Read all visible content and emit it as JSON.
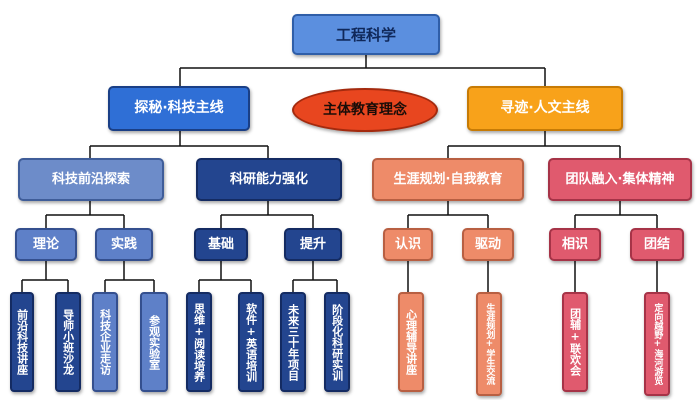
{
  "root": "工程科学",
  "center": "主体教育理念",
  "left_main": "探秘·科技主线",
  "right_main": "寻迹·人文主线",
  "level2": {
    "frontier": "科技前沿探索",
    "research": "科研能力强化",
    "career": "生涯规划·自我教育",
    "team": "团队融入·集体精神"
  },
  "level3": {
    "theory": "理论",
    "practice": "实践",
    "basic": "基础",
    "improve": "提升",
    "cognition": "认识",
    "drive": "驱动",
    "acquaint": "相识",
    "unite": "团结"
  },
  "leaves": [
    "前沿科技讲座",
    "导师小班沙龙",
    "科技企业走访",
    "参观实验室",
    "思维+阅读培养",
    "软件+英语培训",
    "未来三十年项目",
    "阶段化科研实训",
    "心理辅导讲座",
    "生涯规划+学生交流",
    "团辅+联欢会",
    "定向越野+海河游览"
  ],
  "colors": {
    "blue_main": "#2f6fd6",
    "orange_main": "#f8a21a",
    "center_red": "#e8461f",
    "navy": "#23458f",
    "salmon": "#ee8b69",
    "pink": "#e05a6e"
  }
}
